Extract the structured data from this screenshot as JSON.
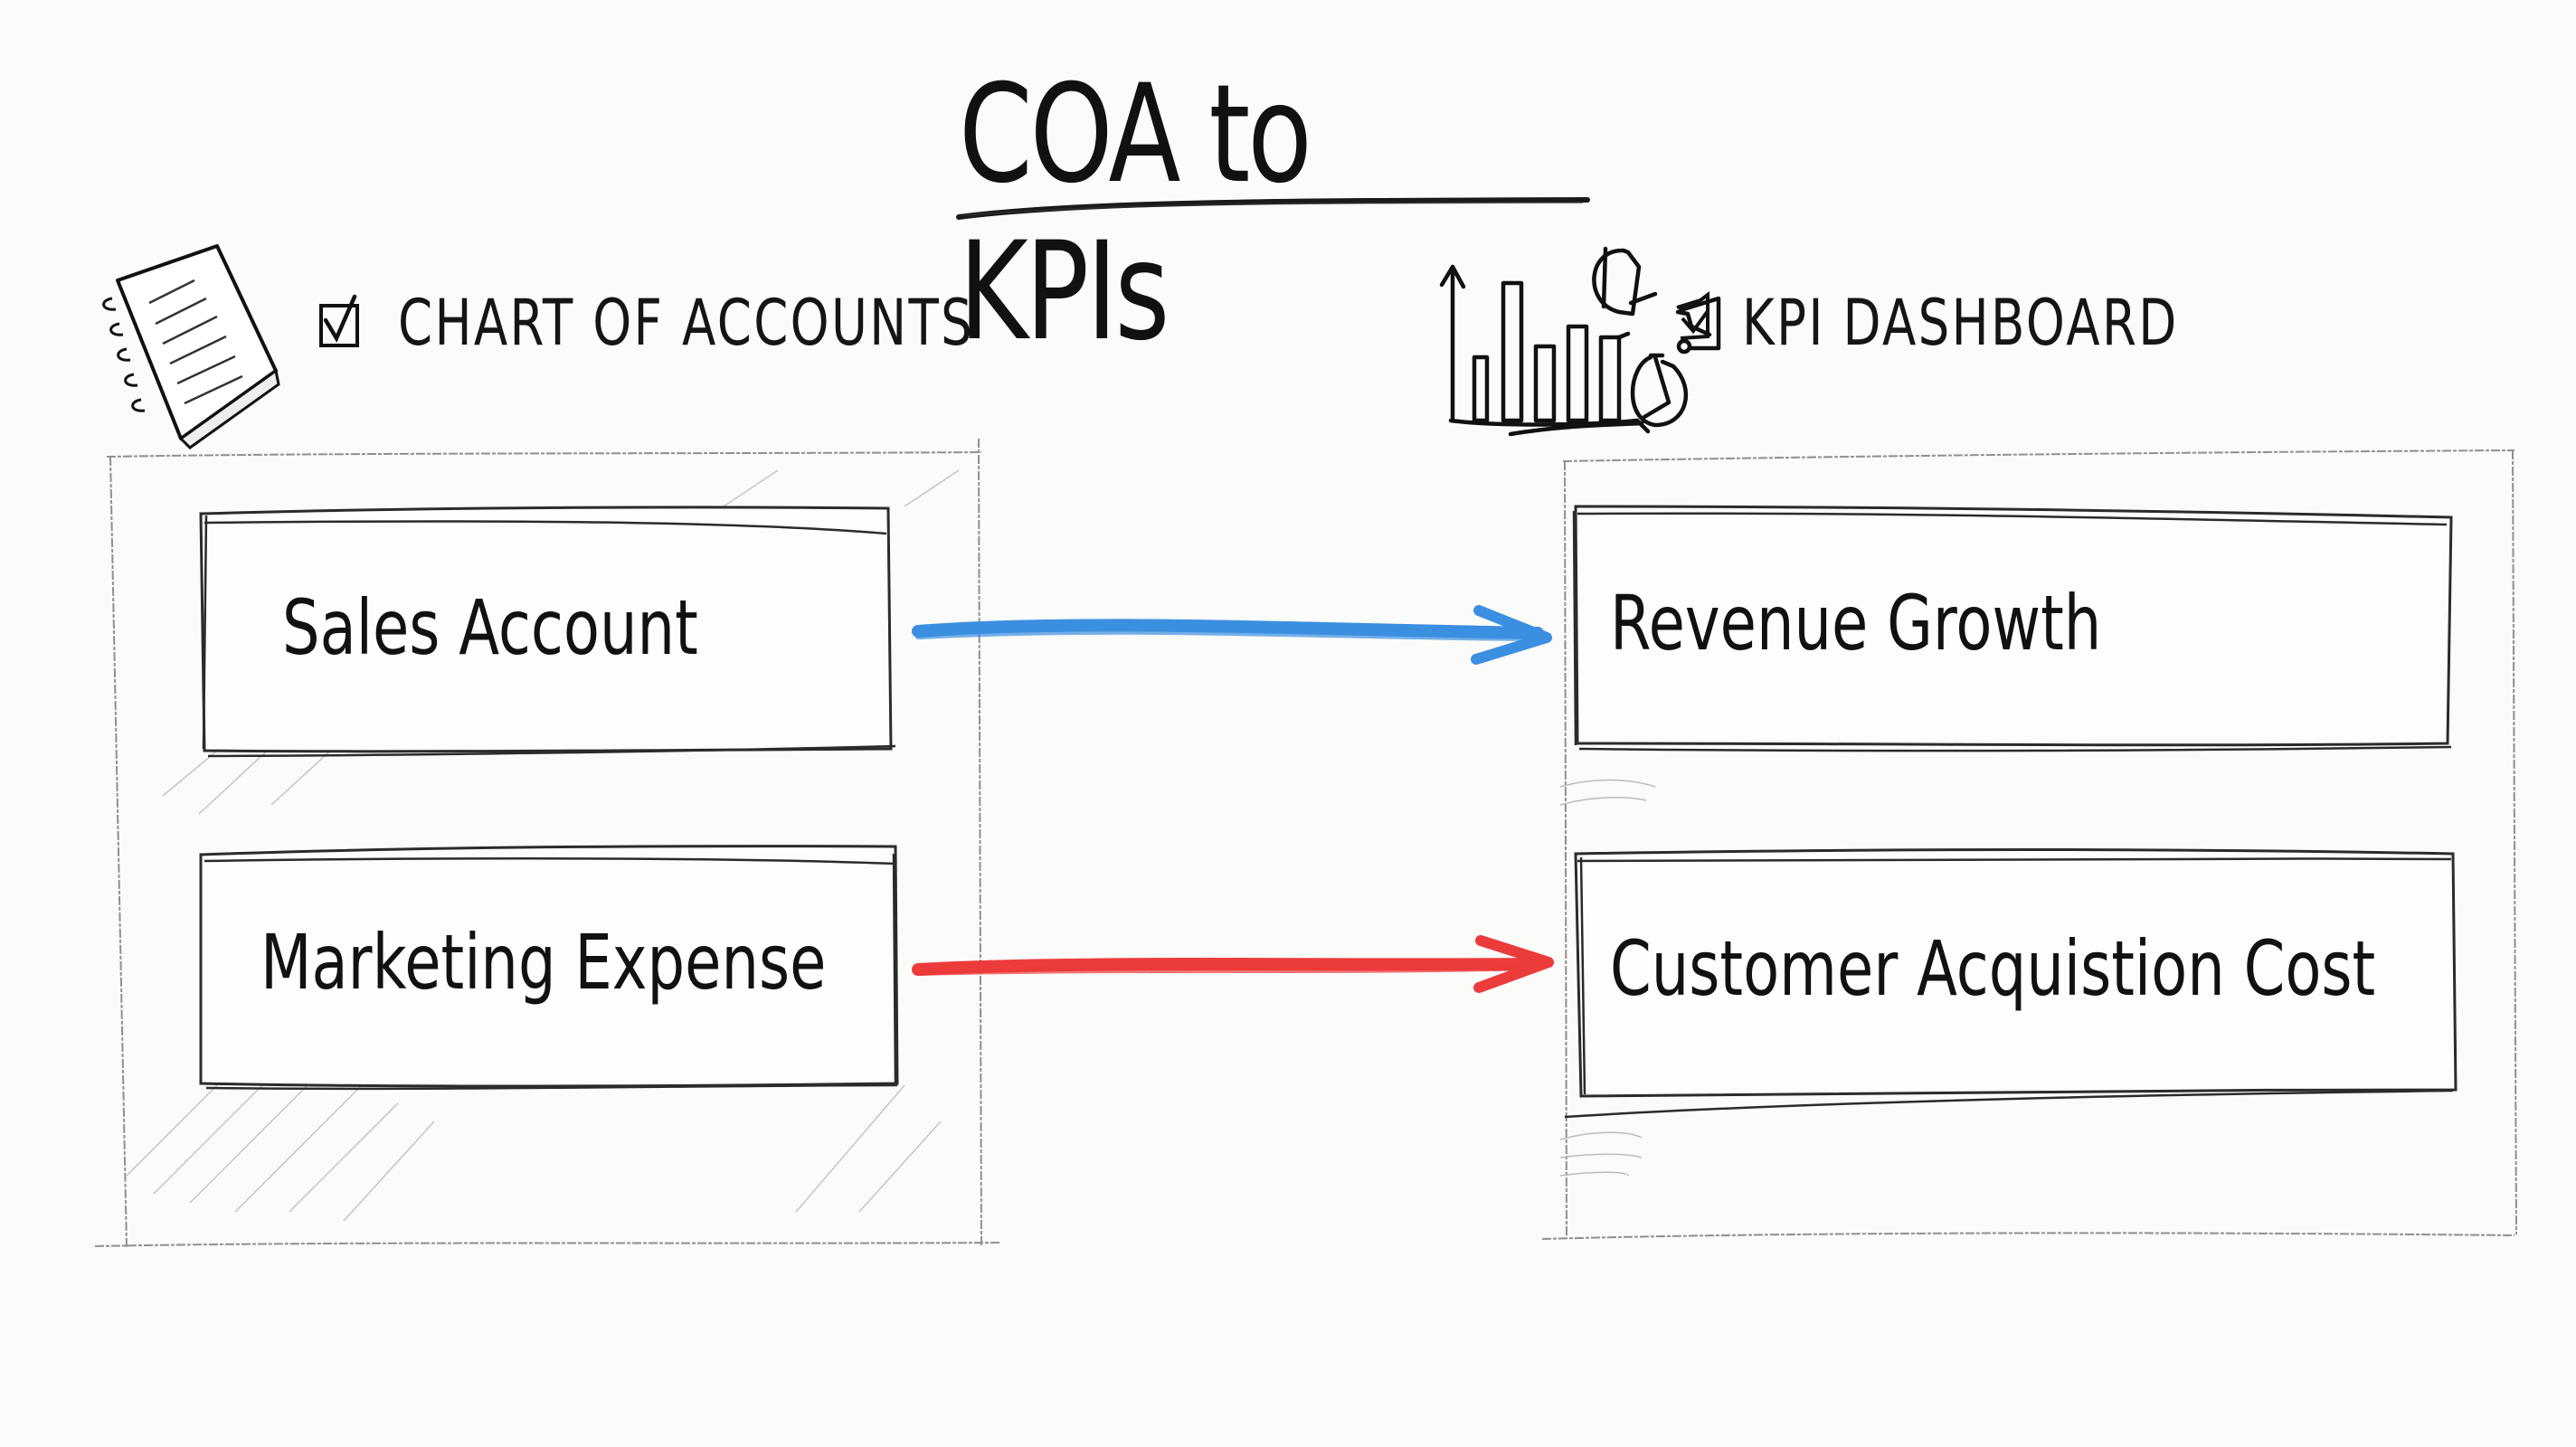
{
  "diagram": {
    "title": "COA to KPIs",
    "left_panel": {
      "heading": "CHART OF ACCOUNTS",
      "heading_icon": "checkbox-icon",
      "illustration": "notebook-icon",
      "items": [
        {
          "label": "Sales Account"
        },
        {
          "label": "Marketing Expense"
        }
      ]
    },
    "right_panel": {
      "heading": "KPI DASHBOARD",
      "heading_icon": "checkbox-icon",
      "illustration": "bar-chart-icon",
      "items": [
        {
          "label": "Revenue Growth"
        },
        {
          "label": "Customer Acquistion Cost"
        }
      ]
    },
    "connections": [
      {
        "from": "Sales Account",
        "to": "Revenue Growth",
        "color": "#3b8fe0"
      },
      {
        "from": "Marketing Expense",
        "to": "Customer Acquistion Cost",
        "color": "#ec3b3b"
      }
    ],
    "colors": {
      "ink": "#141414",
      "pencil": "#8a8a8a",
      "paper": "#fbfbfa",
      "blue_marker": "#3b8fe0",
      "red_marker": "#ec3b3b"
    }
  }
}
